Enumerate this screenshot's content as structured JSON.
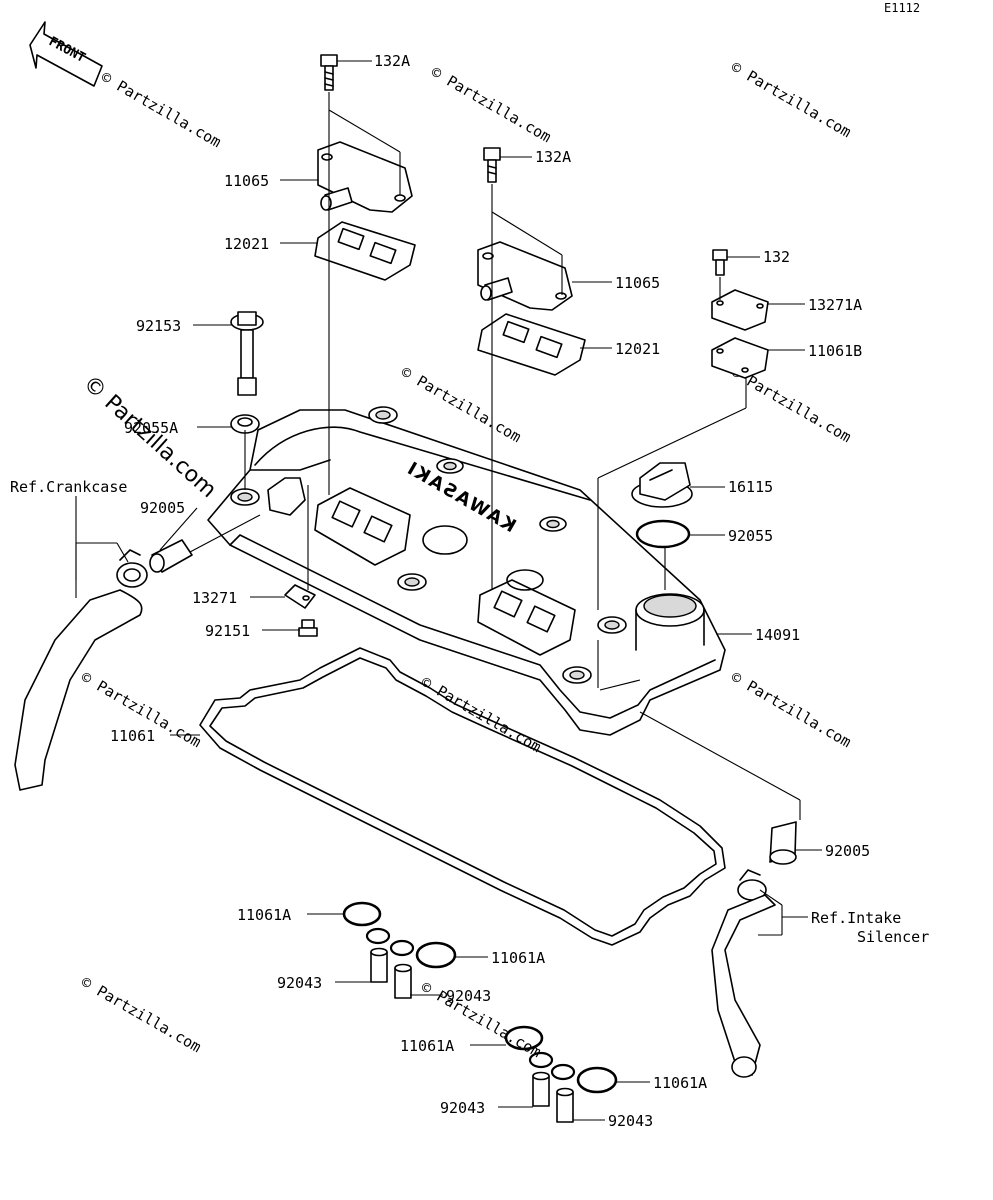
{
  "diagram_id": "E1112",
  "front_label": "FRONT",
  "watermark": "© Partzilla.com",
  "brand_text": "KAWASAKI",
  "labels": {
    "l132a_1": "132A",
    "l11065_1": "11065",
    "l12021_1": "12021",
    "l92153": "92153",
    "l92055a": "92055A",
    "l92005_1": "92005",
    "l13271": "13271",
    "l92151": "92151",
    "l11061": "11061",
    "l11061a_1": "11061A",
    "l92043_1": "92043",
    "l11061a_2": "11061A",
    "l92043_2": "92043",
    "l11061a_3": "11061A",
    "l92043_3": "92043",
    "l11061a_4": "11061A",
    "l92043_4": "92043",
    "l132a_2": "132A",
    "l11065_2": "11065",
    "l12021_2": "12021",
    "l132": "132",
    "l13271a": "13271A",
    "l11061b": "11061B",
    "l16115": "16115",
    "l92055": "92055",
    "l14091": "14091",
    "l92005_2": "92005"
  },
  "refs": {
    "crankcase": "Ref.Crankcase",
    "intake_line1": "Ref.Intake",
    "intake_line2": "Silencer"
  }
}
